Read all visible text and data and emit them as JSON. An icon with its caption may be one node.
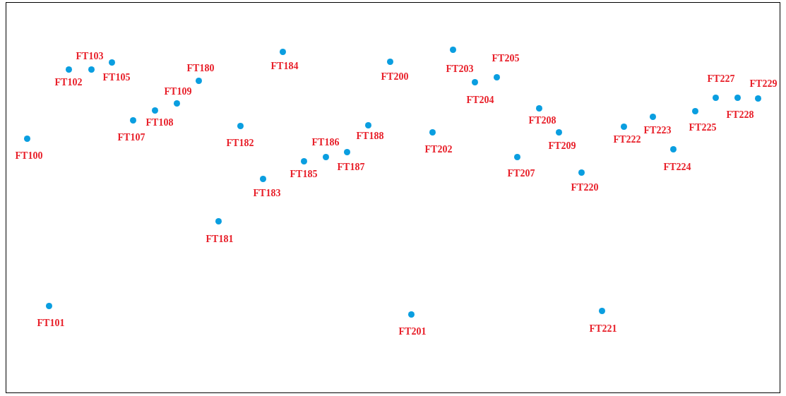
{
  "diagram": {
    "nodes": [
      {
        "text": [],
        "shape": "circle",
        "beside": [
          "FT100"
        ]
      },
      {
        "text": [],
        "shape": "circle",
        "beside": [
          "FT101"
        ]
      },
      {
        "text": [],
        "shape": "circle",
        "beside": [
          "FT102"
        ]
      },
      {
        "text": [],
        "shape": "circle",
        "beside": [
          "FT103"
        ]
      },
      {
        "text": [],
        "shape": "circle",
        "beside": [
          "FT105"
        ]
      },
      {
        "text": [],
        "shape": "circle",
        "beside": [
          "FT107"
        ]
      },
      {
        "text": [],
        "shape": "circle",
        "beside": [
          "FT108"
        ]
      },
      {
        "text": [],
        "shape": "circle",
        "beside": [
          "FT109"
        ]
      },
      {
        "text": [],
        "shape": "circle",
        "beside": [
          "FT180"
        ]
      },
      {
        "text": [],
        "shape": "circle",
        "beside": [
          "FT181"
        ]
      },
      {
        "text": [],
        "shape": "circle",
        "beside": [
          "FT182"
        ]
      },
      {
        "text": [],
        "shape": "circle",
        "beside": [
          "FT183"
        ]
      },
      {
        "text": [],
        "shape": "circle",
        "beside": [
          "FT184"
        ]
      },
      {
        "text": [],
        "shape": "circle",
        "beside": [
          "FT185"
        ]
      },
      {
        "text": [],
        "shape": "circle",
        "beside": [
          "FT186"
        ]
      },
      {
        "text": [],
        "shape": "circle",
        "beside": [
          "FT187"
        ]
      },
      {
        "text": [],
        "shape": "circle",
        "beside": [
          "FT188"
        ]
      },
      {
        "text": [],
        "shape": "circle",
        "beside": [
          "FT200"
        ]
      },
      {
        "text": [],
        "shape": "circle",
        "beside": [
          "FT201"
        ]
      },
      {
        "text": [],
        "shape": "circle",
        "beside": [
          "FT202"
        ]
      },
      {
        "text": [],
        "shape": "circle",
        "beside": [
          "FT203"
        ]
      },
      {
        "text": [],
        "shape": "circle",
        "beside": [
          "FT204"
        ]
      },
      {
        "text": [],
        "shape": "circle",
        "beside": [
          "FT205"
        ]
      },
      {
        "text": [],
        "shape": "circle",
        "beside": [
          "FT207"
        ]
      },
      {
        "text": [],
        "shape": "circle",
        "beside": [
          "FT208"
        ]
      },
      {
        "text": [],
        "shape": "circle",
        "beside": [
          "FT209"
        ]
      },
      {
        "text": [],
        "shape": "circle",
        "beside": [
          "FT220"
        ]
      },
      {
        "text": [],
        "shape": "circle",
        "beside": [
          "FT221"
        ]
      },
      {
        "text": [],
        "shape": "circle",
        "beside": [
          "FT222"
        ]
      },
      {
        "text": [],
        "shape": "circle",
        "beside": [
          "FT223"
        ]
      },
      {
        "text": [],
        "shape": "circle",
        "beside": [
          "FT224"
        ]
      },
      {
        "text": [],
        "shape": "circle",
        "beside": [
          "FT225"
        ]
      },
      {
        "text": [],
        "shape": "circle",
        "beside": [
          "FT227"
        ]
      },
      {
        "text": [],
        "shape": "circle",
        "beside": [
          "FT228"
        ]
      },
      {
        "text": [],
        "shape": "circle",
        "beside": [
          "FT229"
        ]
      }
    ]
  }
}
